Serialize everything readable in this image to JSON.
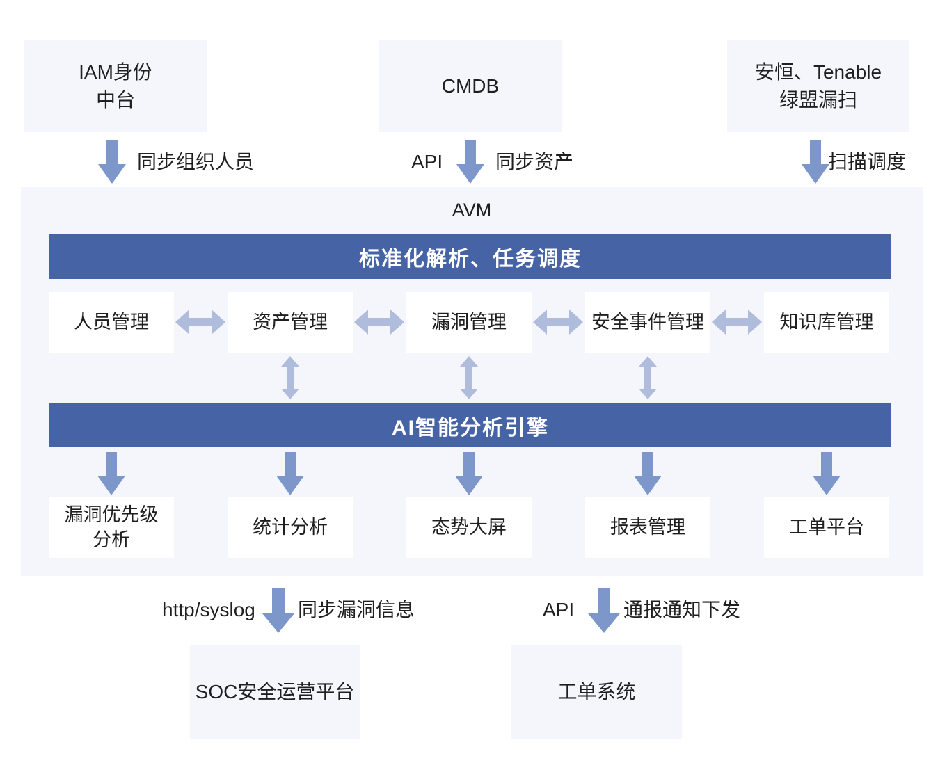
{
  "colors": {
    "background": "#ffffff",
    "panel_bg": "#f5f6fb",
    "bar_bg": "#4563a5",
    "bar_text": "#ffffff",
    "module_bg": "#ffffff",
    "text": "#1f1f1f",
    "arrow_solid": "#7e97cb",
    "arrow_double": "#afbcdc"
  },
  "sources": [
    {
      "label": "IAM身份\n中台"
    },
    {
      "label": "CMDB"
    },
    {
      "label": "安恒、Tenable\n绿盟漏扫"
    }
  ],
  "inbound_flows": [
    {
      "right": "同步组织人员"
    },
    {
      "left": "API",
      "right": "同步资产"
    },
    {
      "right": "扫描调度"
    }
  ],
  "avm": {
    "title": "AVM",
    "top_bar": "标准化解析、任务调度",
    "modules": [
      "人员管理",
      "资产管理",
      "漏洞管理",
      "安全事件管理",
      "知识库管理"
    ],
    "engine_bar": "AI智能分析引擎",
    "outputs": [
      "漏洞优先级\n分析",
      "统计分析",
      "态势大屏",
      "报表管理",
      "工单平台"
    ]
  },
  "outbound_flows": [
    {
      "left": "http/syslog",
      "right": "同步漏洞信息"
    },
    {
      "left": "API",
      "right": "通报通知下发"
    }
  ],
  "targets": [
    {
      "label": "SOC安全运营平台"
    },
    {
      "label": "工单系统"
    }
  ]
}
